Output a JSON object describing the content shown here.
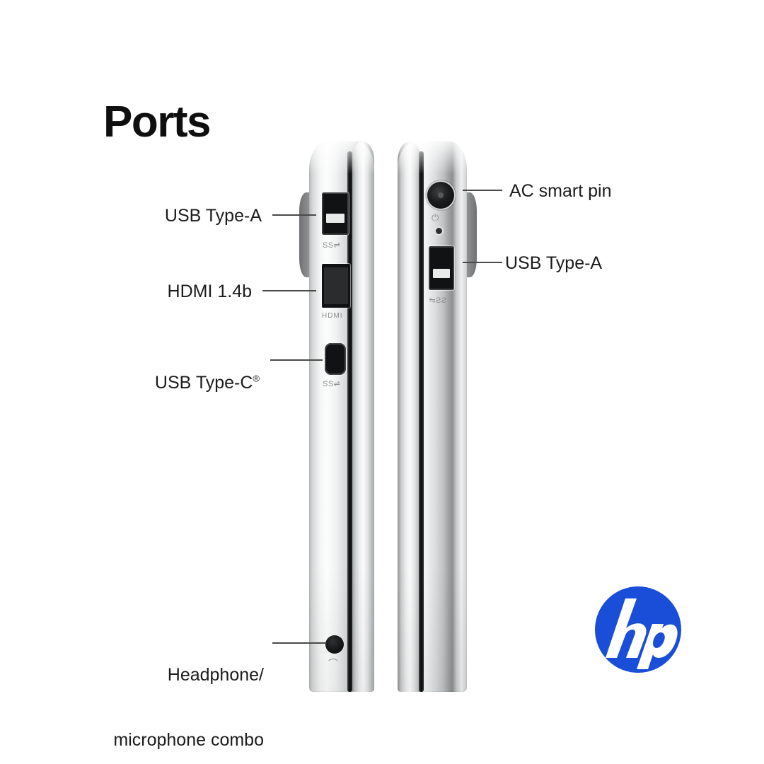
{
  "page": {
    "title": "Ports",
    "background_color": "#ffffff",
    "text_color": "#1c1c1c"
  },
  "brand": {
    "name": "HP",
    "logo_letters": "hp",
    "logo_color": "#1b4ed8",
    "logo_text_color": "#ffffff"
  },
  "callouts": {
    "left_side": [
      {
        "id": "usb-type-a-left",
        "label": "USB Type-A",
        "suffix": ""
      },
      {
        "id": "hdmi",
        "label": "HDMI 1.4b",
        "suffix": ""
      },
      {
        "id": "usb-type-c",
        "label": "USB Type-C",
        "suffix": "®"
      },
      {
        "id": "headphone-mic",
        "label_line1": "Headphone/",
        "label_line2": "microphone combo"
      }
    ],
    "right_side": [
      {
        "id": "ac-smart-pin",
        "label": "AC smart pin"
      },
      {
        "id": "usb-type-a-right",
        "label": "USB Type-A"
      }
    ]
  },
  "labels": {
    "usb_a_left": "USB Type-A",
    "hdmi": "HDMI 1.4b",
    "usb_c": "USB Type-C",
    "usb_c_reg": "®",
    "headphone_line1": "Headphone/",
    "headphone_line2": "microphone combo",
    "ac_smart_pin": "AC smart pin",
    "usb_a_right": "USB Type-A"
  },
  "port_markings": {
    "usb_superspeed": "SS⇌",
    "hdmi_text": "HDMI",
    "usb_c_superspeed": "SS⇌",
    "usb_superspeed_right": "SS⇌",
    "power_icon": "⏻",
    "audio_icon": "⌒"
  },
  "devices": {
    "left_laptop": {
      "name": "laptop-left-edge",
      "ports": [
        "USB Type-A",
        "HDMI 1.4b",
        "USB Type-C",
        "Headphone/microphone combo"
      ]
    },
    "right_laptop": {
      "name": "laptop-right-edge",
      "ports": [
        "AC smart pin",
        "USB Type-A"
      ]
    }
  }
}
